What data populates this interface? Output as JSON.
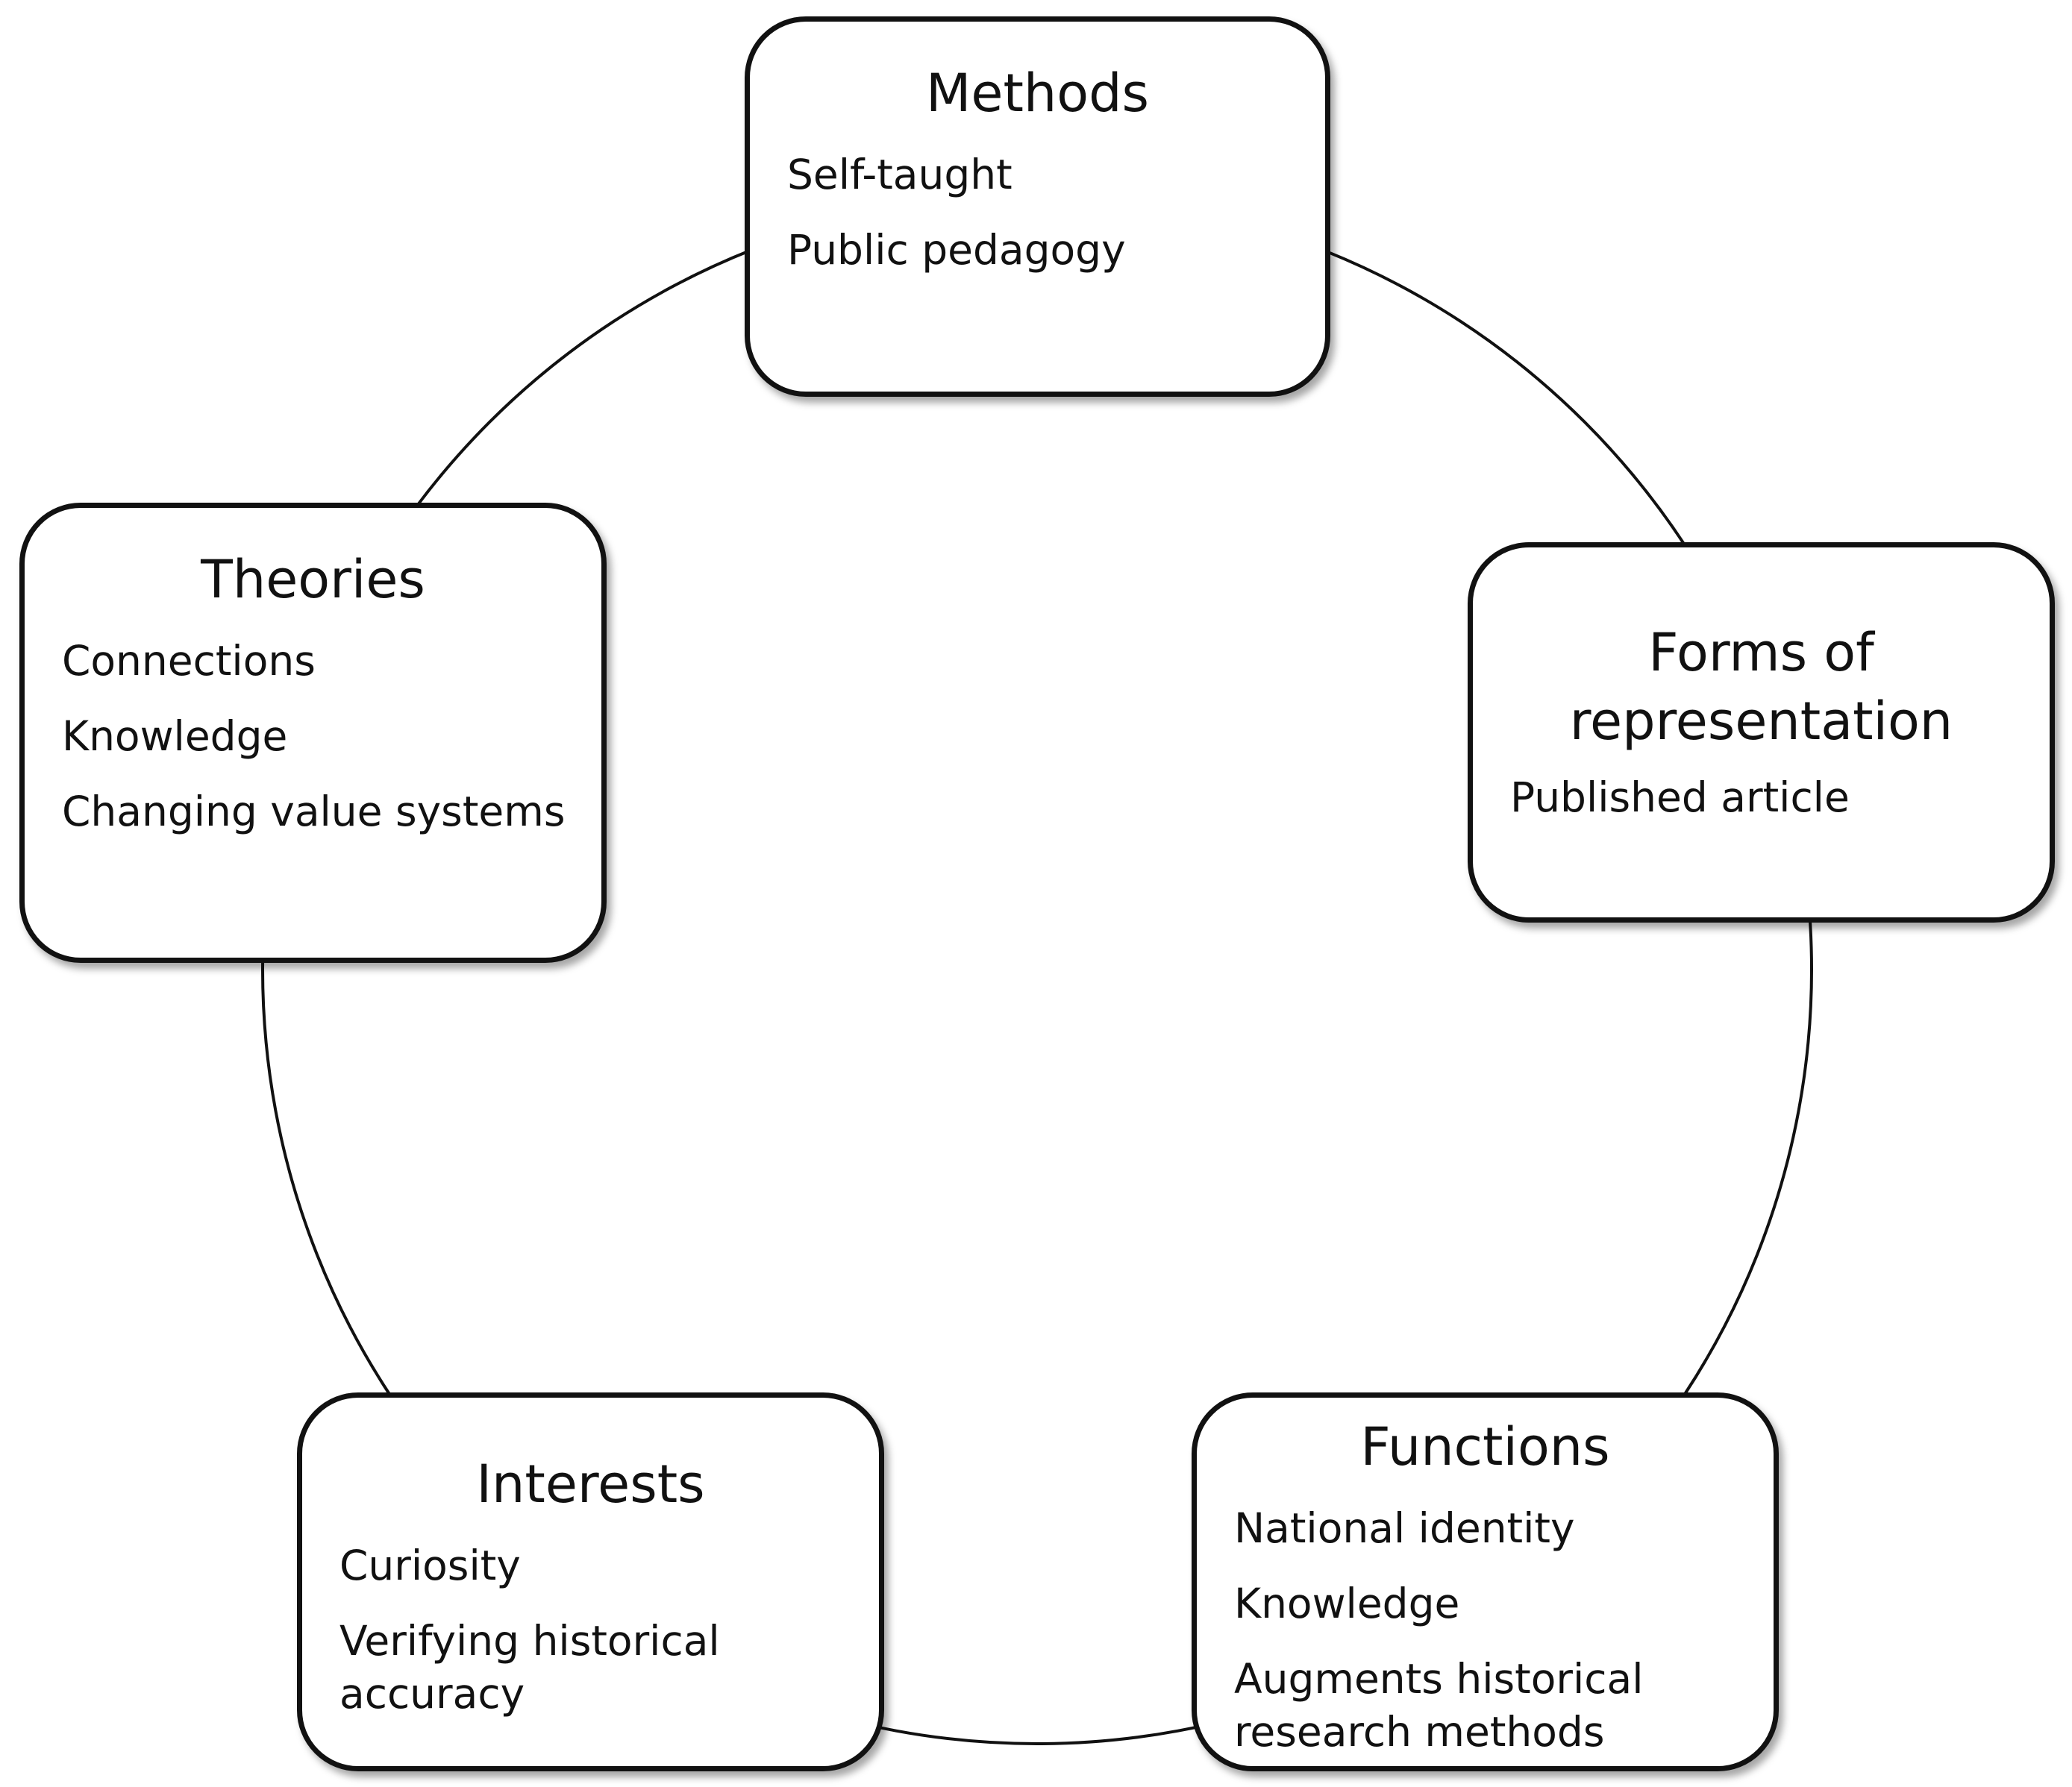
{
  "nodes": {
    "methods": {
      "title": "Methods",
      "items": [
        "Self-taught",
        "Public pedagogy"
      ]
    },
    "forms": {
      "title": "Forms of representation",
      "items": [
        "Published article"
      ]
    },
    "functions": {
      "title": "Functions",
      "items": [
        "National identity",
        "Knowledge",
        "Augments historical research methods"
      ]
    },
    "interests": {
      "title": "Interests",
      "items": [
        "Curiosity",
        "Verifying historical accuracy"
      ]
    },
    "theories": {
      "title": "Theories",
      "items": [
        "Connections",
        "Knowledge",
        "Changing value systems"
      ]
    }
  },
  "colors": {
    "stroke": "#111111",
    "background": "#ffffff"
  }
}
